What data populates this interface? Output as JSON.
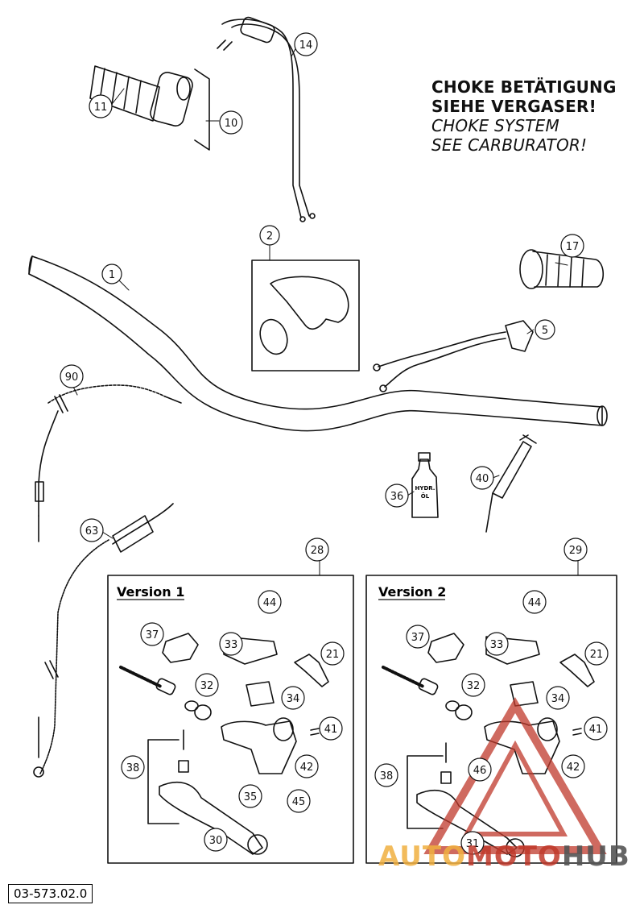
{
  "note": {
    "line1": "CHOKE BETÄTIGUNG",
    "line2": "SIEHE VERGASER!",
    "line3": "CHOKE SYSTEM",
    "line4": "SEE CARBURATOR!"
  },
  "part_number": "03-573.02.0",
  "versions": {
    "v1": "Version 1",
    "v2": "Version 2"
  },
  "hydraulic_bottle_label": [
    "HYDR.",
    "ÖL"
  ],
  "callouts": {
    "c1": "1",
    "c2": "2",
    "c5": "5",
    "c10": "10",
    "c11": "11",
    "c14": "14",
    "c17": "17",
    "c28": "28",
    "c29": "29",
    "c36": "36",
    "c40": "40",
    "c63": "63",
    "c90": "90",
    "v1_37": "37",
    "v1_33": "33",
    "v1_44": "44",
    "v1_21": "21",
    "v1_32": "32",
    "v1_34": "34",
    "v1_41": "41",
    "v1_42": "42",
    "v1_38": "38",
    "v1_35": "35",
    "v1_45": "45",
    "v1_30": "30",
    "v2_37": "37",
    "v2_33": "33",
    "v2_44": "44",
    "v2_21": "21",
    "v2_32": "32",
    "v2_34": "34",
    "v2_41": "41",
    "v2_42": "42",
    "v2_38": "38",
    "v2_46": "46",
    "v2_31": "31"
  },
  "watermark": {
    "part1": "AUTO",
    "part2": "MOTO",
    "part3": "HUB"
  },
  "colors": {
    "line": "#111111",
    "watermark_red": "#c0392b",
    "watermark_orange": "#f0b040"
  }
}
